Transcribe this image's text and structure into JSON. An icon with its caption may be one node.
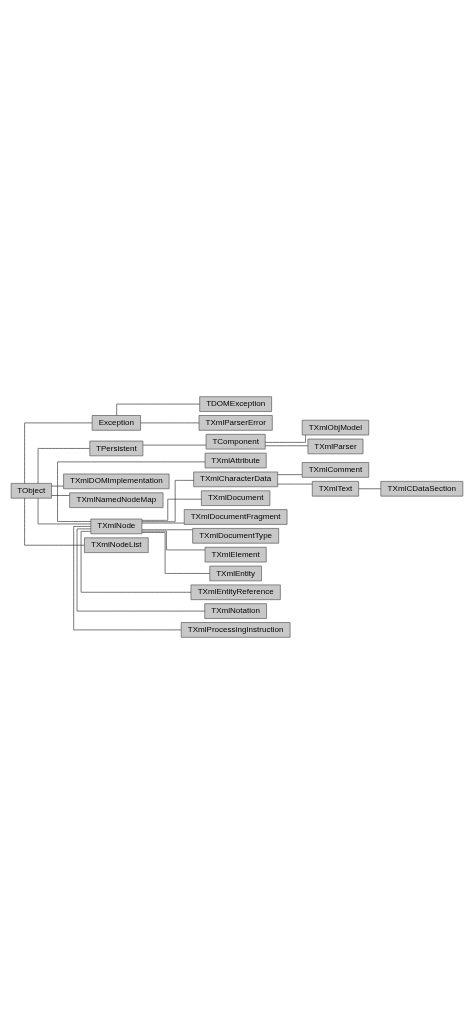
{
  "diagram": {
    "nodes": [
      {
        "text": [
          "TObject"
        ]
      },
      {
        "text": [
          "Exception"
        ]
      },
      {
        "text": [
          "TDOMException"
        ]
      },
      {
        "text": [
          "TXmlParserError"
        ]
      },
      {
        "text": [
          "TPersistent"
        ]
      },
      {
        "text": [
          "TComponent"
        ]
      },
      {
        "text": [
          "TXmlObjModel"
        ]
      },
      {
        "text": [
          "TXmlParser"
        ]
      },
      {
        "text": [
          "TXmlDOMImplementation"
        ]
      },
      {
        "text": [
          "TXmlNamedNodeMap"
        ]
      },
      {
        "text": [
          "TXmlNode"
        ]
      },
      {
        "text": [
          "TXmlAttribute"
        ]
      },
      {
        "text": [
          "TXmlCharacterData"
        ]
      },
      {
        "text": [
          "TXmlComment"
        ]
      },
      {
        "text": [
          "TXmlText"
        ]
      },
      {
        "text": [
          "TXmlCDataSection"
        ]
      },
      {
        "text": [
          "TXmlDocument"
        ]
      },
      {
        "text": [
          "TXmlDocumentFragment"
        ]
      },
      {
        "text": [
          "TXmlDocumentType"
        ]
      },
      {
        "text": [
          "TXmlElement"
        ]
      },
      {
        "text": [
          "TXmlEntity"
        ]
      },
      {
        "text": [
          "TXmlEntityReference"
        ]
      },
      {
        "text": [
          "TXmlNotation"
        ]
      },
      {
        "text": [
          "TXmlProcessingInstruction"
        ]
      },
      {
        "text": [
          "TXmlNodeList"
        ]
      }
    ],
    "edges": [
      {
        "from": 0,
        "to": 1,
        "arrow": "none"
      },
      {
        "from": 1,
        "to": 2,
        "arrow": "none"
      },
      {
        "from": 1,
        "to": 3,
        "arrow": "none"
      },
      {
        "from": 0,
        "to": 4,
        "arrow": "none"
      },
      {
        "from": 4,
        "to": 5,
        "arrow": "none"
      },
      {
        "from": 5,
        "to": 6,
        "arrow": "none"
      },
      {
        "from": 5,
        "to": 7,
        "arrow": "none"
      },
      {
        "from": 0,
        "to": 8,
        "arrow": "none"
      },
      {
        "from": 0,
        "to": 9,
        "arrow": "none"
      },
      {
        "from": 0,
        "to": 10,
        "arrow": "none"
      },
      {
        "from": 10,
        "to": 11,
        "arrow": "none"
      },
      {
        "from": 10,
        "to": 12,
        "arrow": "none"
      },
      {
        "from": 12,
        "to": 13,
        "arrow": "none"
      },
      {
        "from": 12,
        "to": 14,
        "arrow": "none"
      },
      {
        "from": 14,
        "to": 15,
        "arrow": "none"
      },
      {
        "from": 10,
        "to": 16,
        "arrow": "none"
      },
      {
        "from": 10,
        "to": 17,
        "arrow": "none"
      },
      {
        "from": 10,
        "to": 18,
        "arrow": "none"
      },
      {
        "from": 10,
        "to": 19,
        "arrow": "none"
      },
      {
        "from": 10,
        "to": 20,
        "arrow": "none"
      },
      {
        "from": 10,
        "to": 21,
        "arrow": "none"
      },
      {
        "from": 10,
        "to": 22,
        "arrow": "none"
      },
      {
        "from": 10,
        "to": 23,
        "arrow": "none"
      },
      {
        "from": 0,
        "to": 24,
        "arrow": "none"
      }
    ]
  }
}
